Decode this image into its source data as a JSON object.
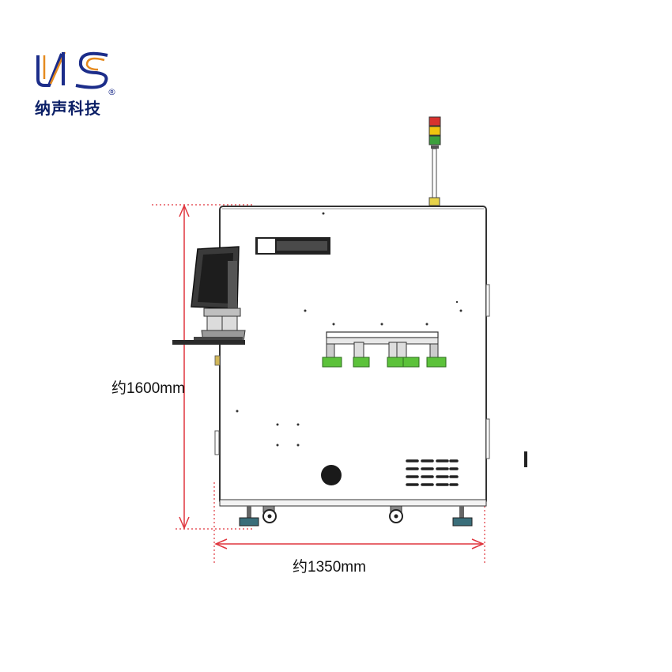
{
  "logo": {
    "company_name": "纳声科技",
    "registered_mark": "®",
    "mark_icon": "ns-logo-icon"
  },
  "dimensions": {
    "height_label": "约1600mm",
    "width_label": "约1350mm"
  },
  "colors": {
    "dimension_line": "#e0363e",
    "logo_blue": "#1c2d8a",
    "logo_orange": "#e58a1f",
    "machine_outline": "#333333",
    "signal_red": "#d8322e",
    "signal_yellow": "#f1c40f",
    "signal_green": "#3ca03c",
    "fixture_green": "#5cc23a"
  }
}
